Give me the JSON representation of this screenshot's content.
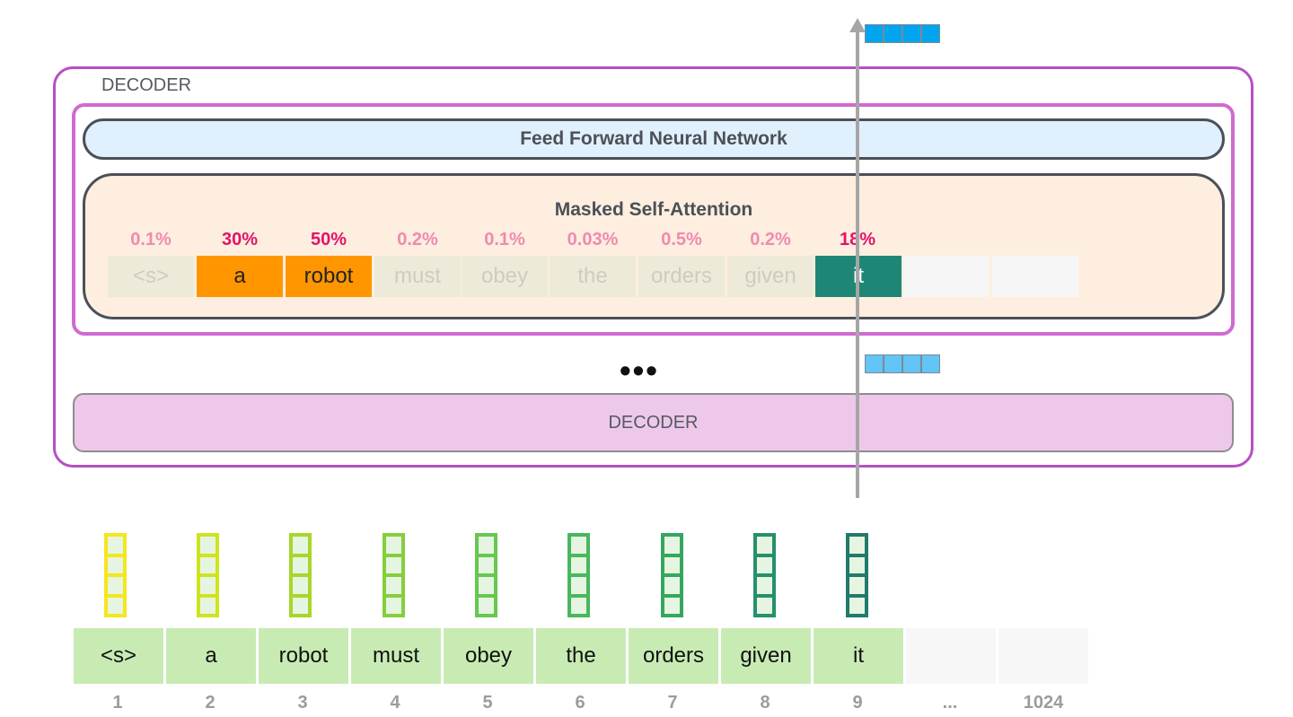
{
  "diagram": {
    "outer_decoder_label": "DECODER",
    "ffnn_label": "Feed Forward Neural Network",
    "attention_label": "Masked Self-Attention",
    "attention": [
      {
        "token": "<s>",
        "pct": "0.1%"
      },
      {
        "token": "a",
        "pct": "30%"
      },
      {
        "token": "robot",
        "pct": "50%"
      },
      {
        "token": "must",
        "pct": "0.2%"
      },
      {
        "token": "obey",
        "pct": "0.1%"
      },
      {
        "token": "the",
        "pct": "0.03%"
      },
      {
        "token": "orders",
        "pct": "0.5%"
      },
      {
        "token": "given",
        "pct": "0.2%"
      },
      {
        "token": "it",
        "pct": "18%"
      }
    ],
    "ellipsis": "•••",
    "lower_decoder_label": "DECODER",
    "input_tokens": [
      "<s>",
      "a",
      "robot",
      "must",
      "obey",
      "the",
      "orders",
      "given",
      "it"
    ],
    "positions": [
      "1",
      "2",
      "3",
      "4",
      "5",
      "6",
      "7",
      "8",
      "9",
      "...",
      "1024"
    ],
    "colors": {
      "decoder_border": "#b84fc4",
      "attention_high": "#e3126a",
      "attention_low": "#f08ab0",
      "focus_token": "#1e8674",
      "attended_token": "#ff9600",
      "output_vector": "#00a5ee",
      "embedding_gradient": [
        "#f5e61e",
        "#cde41e",
        "#a8d62a",
        "#86ce3c",
        "#66c850",
        "#48b85c",
        "#32a860",
        "#25906c",
        "#217a6c"
      ]
    }
  }
}
